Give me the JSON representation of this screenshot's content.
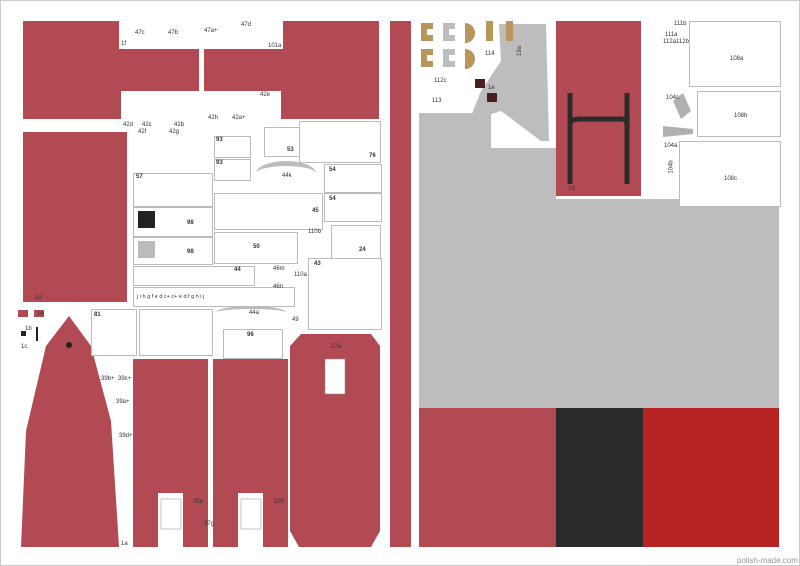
{
  "colors": {
    "hull_red": "#b24a53",
    "gray": "#bdbdbd",
    "black": "#2b2b2b",
    "bright_red": "#b82424",
    "tan": "#b8955a"
  },
  "labels": {
    "p1f": "1f",
    "p101a": "101a",
    "p47c": "47c",
    "p47b": "47b",
    "p47a": "47a+",
    "p47d": "47d",
    "p42d": "42d",
    "p42c": "42c",
    "p42b": "42b",
    "p42e": "42e",
    "p42h": "42h",
    "p42a": "42a+",
    "p42f": "42f",
    "p42g": "42g",
    "p93a": "93",
    "p93b": "93",
    "p53": "53",
    "p76": "76",
    "p44k": "44k",
    "p57": "57",
    "p54a": "54",
    "p54b": "54",
    "p45": "45",
    "p98a": "98",
    "p98b": "98",
    "p50": "50",
    "p110b": "110b",
    "p24": "24",
    "p44": "44",
    "p46m": "46m",
    "p46n": "46n",
    "p110a": "110a",
    "p43": "43",
    "p81": "81",
    "p44a": "44a",
    "p49": "49",
    "p96": "96",
    "p1d": "1d",
    "p1e": "1e",
    "p1b": "1b",
    "p1c": "1c",
    "p39b": "39b+",
    "p39c": "39c+",
    "p39a": "39a+",
    "p39d": "39d+",
    "p35e": "35e",
    "p37g": "37g",
    "p103": "103",
    "p27a": "27a",
    "p1a": "1a",
    "p114": "114",
    "p112c": "112c",
    "p113": "113",
    "p1e_r": "1e",
    "p19a": "19a",
    "p1d_r": "1d",
    "p111b": "111b",
    "p111a": "111a",
    "p112a": "112a",
    "p112b": "112b",
    "p108a": "108a",
    "p104c": "104c",
    "p108b": "108b",
    "p104a": "104a",
    "p104b": "104b",
    "p108c": "108c",
    "strip_letters": "j i h g f e d c+ c+ e d f g h i j"
  },
  "footer": {
    "watermark": "polish-made.com"
  }
}
